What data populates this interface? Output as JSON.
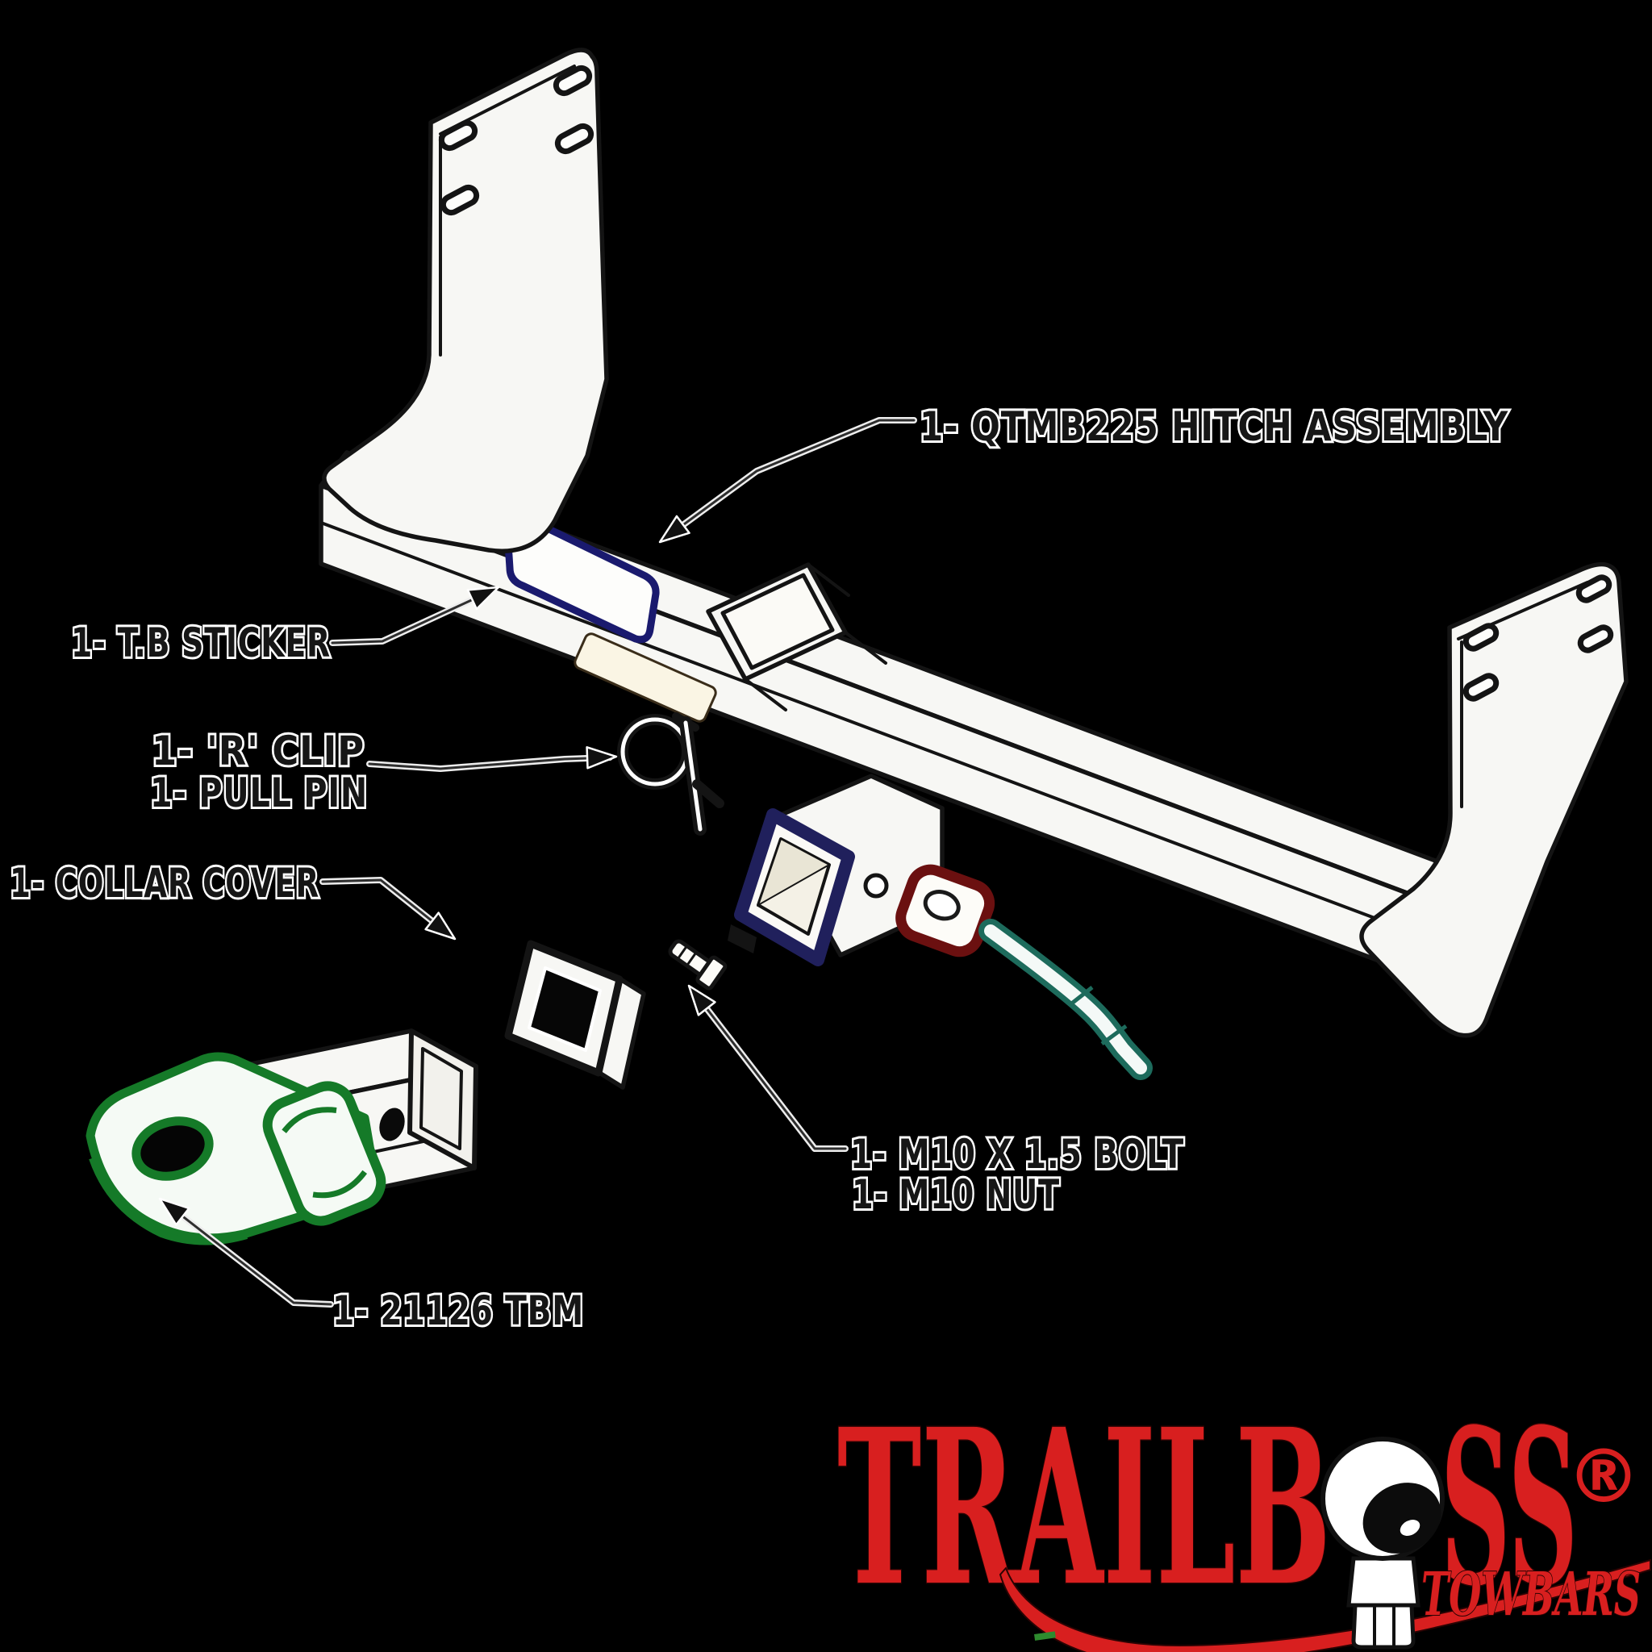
{
  "diagram": {
    "labels": {
      "hitch_assembly": "1- QTMB225 HITCH ASSEMBLY",
      "tb_sticker": "1- T.B STICKER",
      "r_clip": "1- 'R' CLIP",
      "pull_pin": "1- PULL PIN",
      "collar_cover": "1- COLLAR COVER",
      "bolt": "1- M10 X 1.5 BOLT",
      "nut": "1- M10 NUT",
      "tbm": "1- 21126 TBM"
    },
    "colors": {
      "background": "#000000",
      "line": "#141414",
      "part_fill": "#f7f7f4",
      "sticker_blue": "#1a1a6e",
      "collar_blue": "#20205c",
      "washer_red": "#6b1010",
      "pin_teal": "#1d6b5c",
      "tongue_green": "#157a28",
      "leader": "#2e2e2e"
    }
  },
  "logo": {
    "brand_prefix": "TRAILB",
    "brand_suffix": "SS",
    "registered_mark": "®",
    "tagline": "TOWBARS",
    "color": "#d81f1f",
    "ball_icon": "towball-icon"
  }
}
